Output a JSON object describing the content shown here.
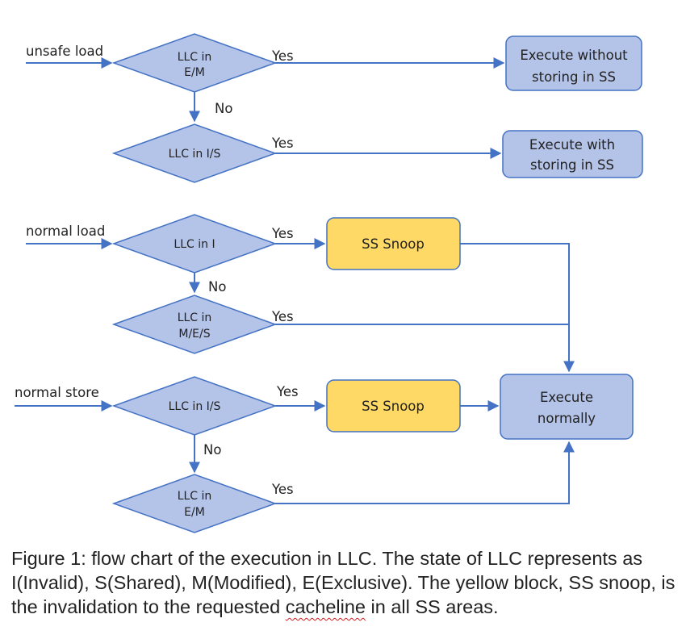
{
  "colors": {
    "shape_fill": "#b4c3e8",
    "shape_stroke": "#4472c4",
    "snoop_fill": "#ffd966",
    "snoop_stroke": "#4472c4",
    "arrow": "#4472c4"
  },
  "section1": {
    "input_label": "unsafe load",
    "decision1": [
      "LLC in",
      "E/M"
    ],
    "decision2": "LLC in I/S",
    "yes1": "Yes",
    "yes2": "Yes",
    "no1": "No",
    "box1": [
      "Execute without",
      "storing in SS"
    ],
    "box2": [
      "Execute with",
      "storing in SS"
    ]
  },
  "section2": {
    "input_label": "normal load",
    "decision1": "LLC in I",
    "decision2": [
      "LLC in",
      "M/E/S"
    ],
    "yes1": "Yes",
    "yes2": "Yes",
    "no1": "No",
    "snoop": "SS Snoop"
  },
  "section3": {
    "input_label": "normal store",
    "decision1": "LLC in I/S",
    "decision2": [
      "LLC in",
      "E/M"
    ],
    "yes1": "Yes",
    "yes2": "Yes",
    "no1": "No",
    "snoop": "SS Snoop",
    "execute": [
      "Execute",
      "normally"
    ]
  },
  "caption": {
    "before": "Figure 1: flow chart of the execution in LLC. The state of LLC represents as I(Invalid), S(Shared), M(Modified), E(Exclusive). The yellow block, SS snoop, is the invalidation to the requested ",
    "flagged_word": "cacheline",
    "after": " in all SS areas."
  }
}
